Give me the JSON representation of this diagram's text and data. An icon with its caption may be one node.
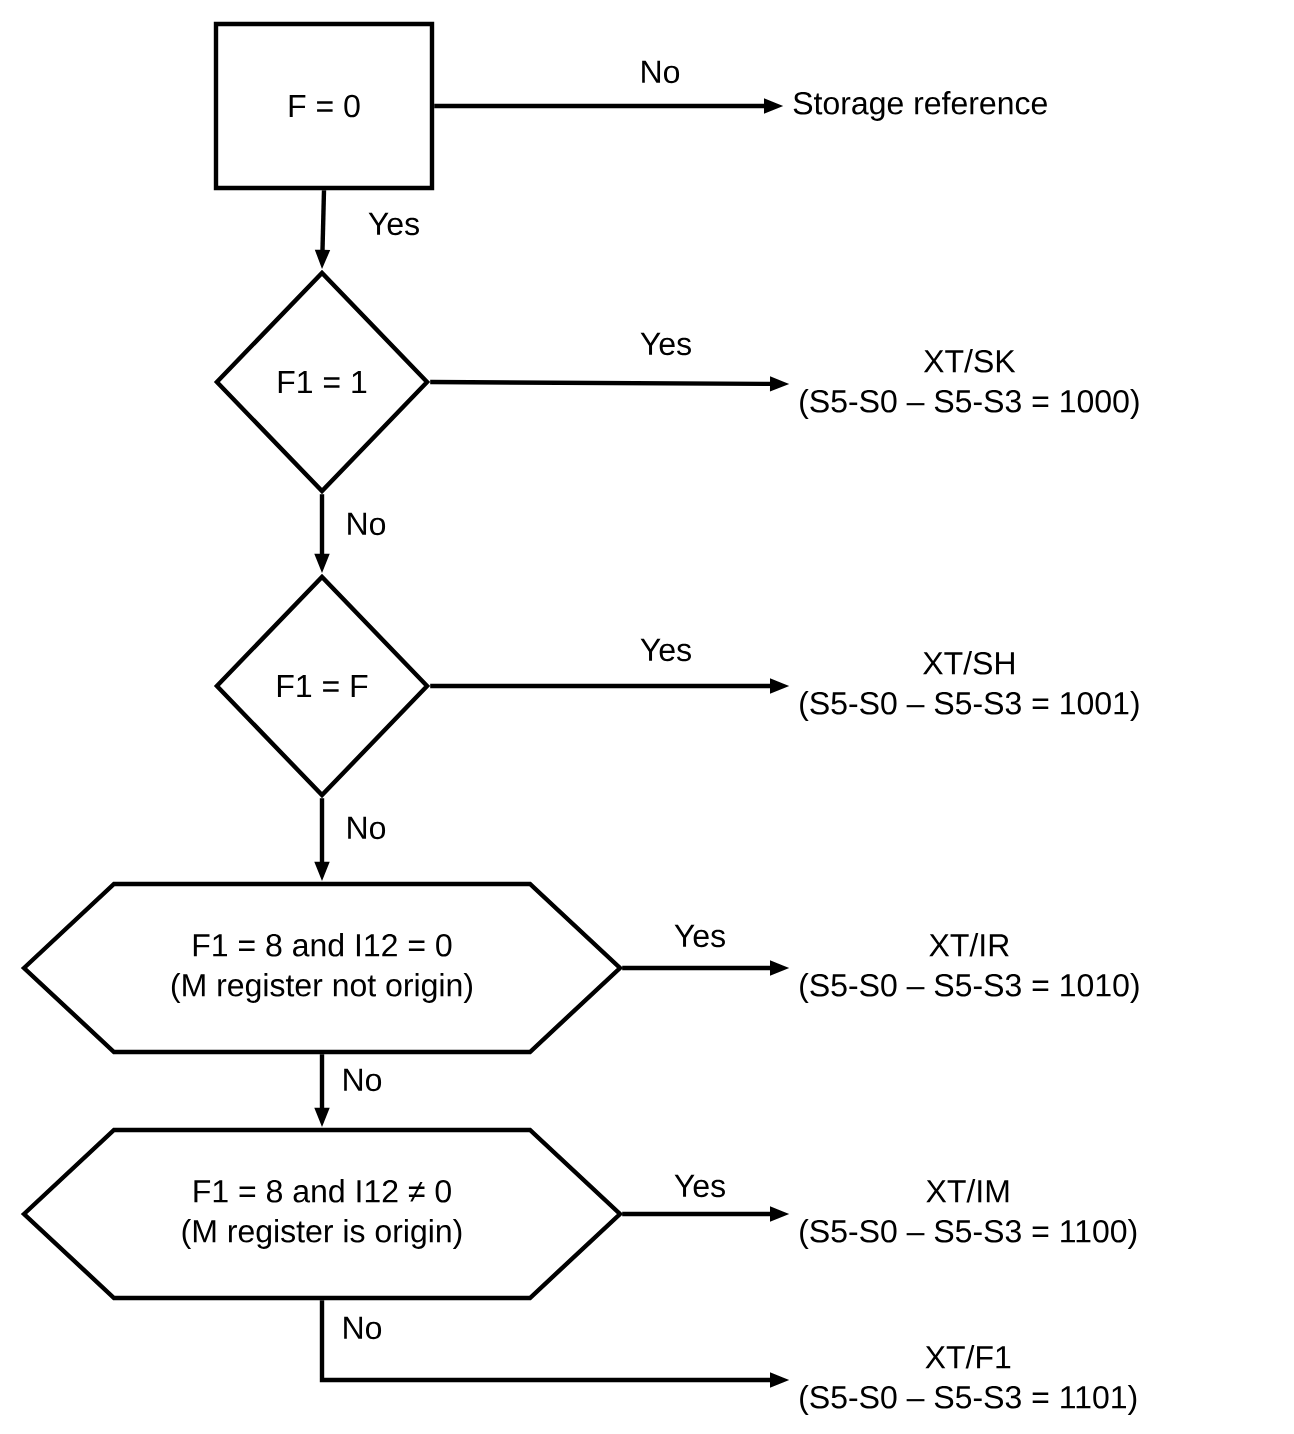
{
  "diagram": {
    "nodes": [
      {
        "text": [
          "F = 0"
        ]
      },
      {
        "text": [
          "Storage reference"
        ]
      },
      {
        "text": [
          "F1 = 1"
        ]
      },
      {
        "text": [
          "XT/SK",
          "(S5-S0 – S5-S3 = 1000)"
        ]
      },
      {
        "text": [
          "F1 = F"
        ]
      },
      {
        "text": [
          "XT/SH",
          "(S5-S0 – S5-S3 = 1001)"
        ]
      },
      {
        "text": [
          "F1 = 8 and I12 = 0",
          "(M register not origin)"
        ]
      },
      {
        "text": [
          "XT/IR",
          "(S5-S0 – S5-S3 = 1010)"
        ]
      },
      {
        "text": [
          "F1 = 8 and I12 ≠ 0",
          "(M register is origin)"
        ]
      },
      {
        "text": [
          "XT/IM",
          "(S5-S0 – S5-S3 = 1100)"
        ]
      },
      {
        "text": [
          "XT/F1",
          "(S5-S0 – S5-S3 = 1101)"
        ]
      }
    ],
    "edges": [
      {
        "from": 0,
        "to": 1,
        "arrow": "to",
        "label": "No"
      },
      {
        "from": 0,
        "to": 2,
        "arrow": "to",
        "label": "Yes"
      },
      {
        "from": 2,
        "to": 3,
        "arrow": "to",
        "label": "Yes"
      },
      {
        "from": 2,
        "to": 4,
        "arrow": "to",
        "label": "No"
      },
      {
        "from": 4,
        "to": 5,
        "arrow": "to",
        "label": "Yes"
      },
      {
        "from": 4,
        "to": 6,
        "arrow": "to",
        "label": "No"
      },
      {
        "from": 6,
        "to": 7,
        "arrow": "to",
        "label": "Yes"
      },
      {
        "from": 6,
        "to": 8,
        "arrow": "to",
        "label": "No"
      },
      {
        "from": 8,
        "to": 9,
        "arrow": "to",
        "label": "Yes"
      },
      {
        "from": 8,
        "to": 10,
        "arrow": "to",
        "label": "No"
      }
    ]
  }
}
